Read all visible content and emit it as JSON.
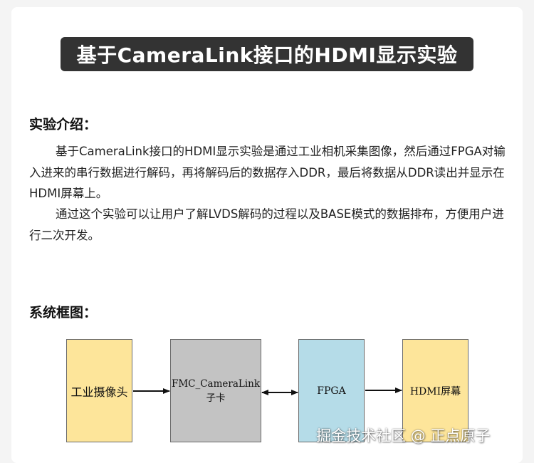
{
  "title": "基于CameraLink接口的HDMI显示实验",
  "intro": {
    "heading": "实验介绍：",
    "paragraphs": [
      "基于CameraLink接口的HDMI显示实验是通过工业相机采集图像，然后通过FPGA对输入进来的串行数据进行解码，再将解码后的数据存入DDR，最后将数据从DDR读出并显示在HDMI屏幕上。",
      "通过这个实验可以让用户了解LVDS解码的过程以及BASE模式的数据排布，方便用户进行二次开发。"
    ]
  },
  "diagram": {
    "heading": "系统框图：",
    "blocks": [
      {
        "label": "工业摄像头",
        "color": "#fde59a"
      },
      {
        "label_line1": "FMC_CameraLink",
        "label_line2": "子卡",
        "color": "#c3c3c3"
      },
      {
        "label": "FPGA",
        "color": "#b5dce8"
      },
      {
        "label": "HDMI屏幕",
        "color": "#fde59a"
      }
    ]
  },
  "watermark": "掘金技术社区 @ 正点原子"
}
